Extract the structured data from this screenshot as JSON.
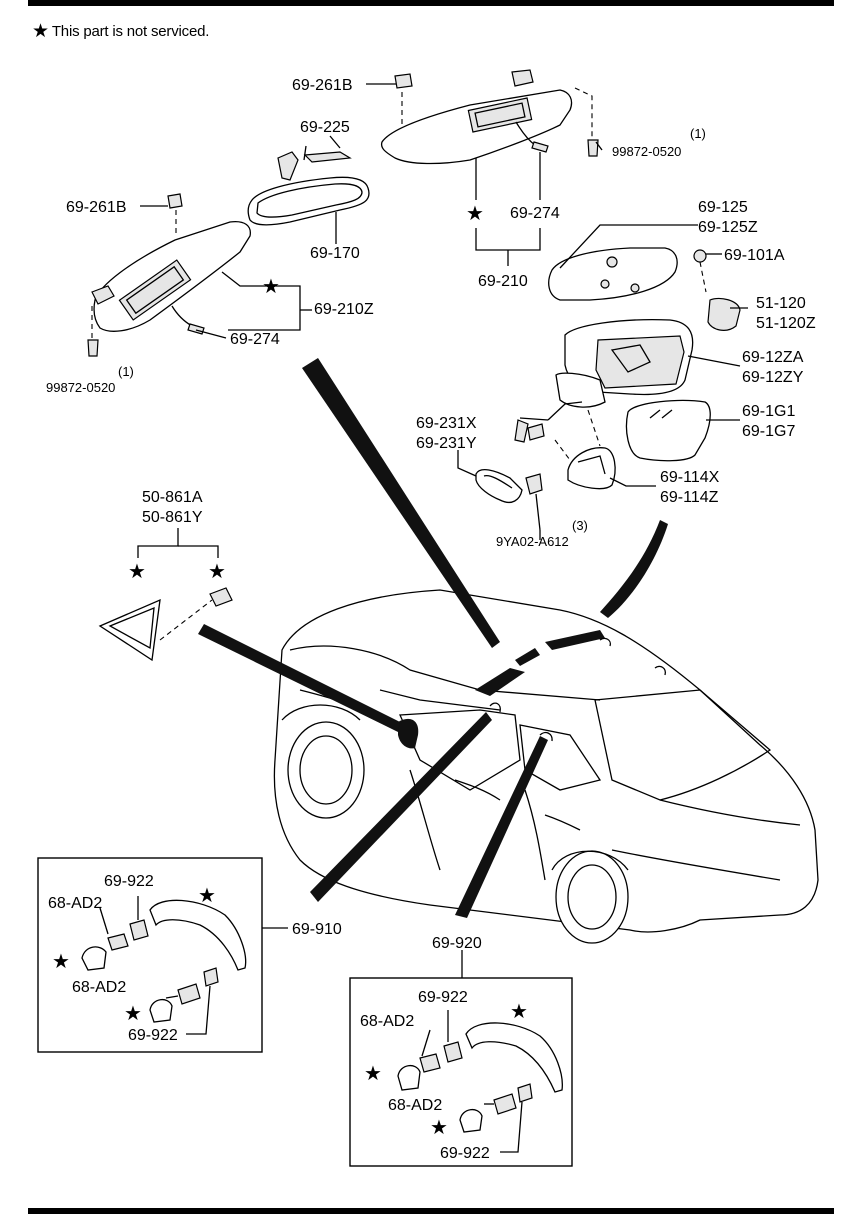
{
  "note": {
    "star": "★",
    "text": "This part is not serviced."
  },
  "labels": {
    "l_69_261B_top": "69-261B",
    "l_69_225": "69-225",
    "l_99872_top_qty": "(1)",
    "l_99872_top": "99872-0520",
    "l_69_261B_left": "69-261B",
    "l_69_274_top": "69-274",
    "l_69_170": "69-170",
    "l_69_125": "69-125",
    "l_69_125Z": "69-125Z",
    "l_69_101A": "69-101A",
    "l_69_210": "69-210",
    "l_69_210Z": "69-210Z",
    "l_69_274_left": "69-274",
    "l_51_120": "51-120",
    "l_51_120Z": "51-120Z",
    "l_99872_left_qty": "(1)",
    "l_99872_left": "99872-0520",
    "l_69_12ZA": "69-12ZA",
    "l_69_12ZY": "69-12ZY",
    "l_69_231X": "69-231X",
    "l_69_231Y": "69-231Y",
    "l_69_1G1": "69-1G1",
    "l_69_1G7": "69-1G7",
    "l_69_114X": "69-114X",
    "l_69_114Z": "69-114Z",
    "l_9YA02_qty": "(3)",
    "l_9YA02": "9YA02-A612",
    "l_50_861A": "50-861A",
    "l_50_861Y": "50-861Y",
    "l_69_910": "69-910",
    "l_69_922_a": "69-922",
    "l_68_AD2_a": "68-AD2",
    "l_68_AD2_b": "68-AD2",
    "l_69_922_b": "69-922",
    "l_69_920": "69-920",
    "l_69_922_c": "69-922",
    "l_68_AD2_c": "68-AD2",
    "l_68_AD2_d": "68-AD2",
    "l_69_922_d": "69-922"
  },
  "star_symbol": "★"
}
